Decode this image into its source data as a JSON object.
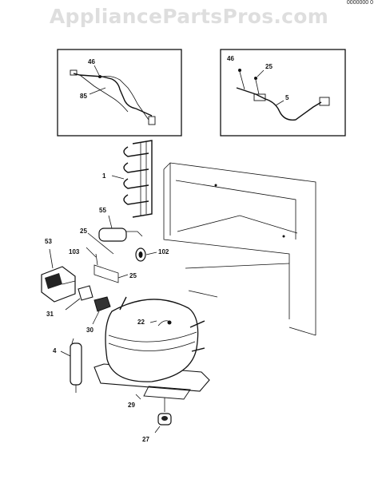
{
  "watermark": "AppliancePartsPros.com",
  "code": "0000000 0",
  "callouts": {
    "l46a": "46",
    "l85": "85",
    "l46b": "46",
    "l25a": "25",
    "l5": "5",
    "l1": "1",
    "l55": "55",
    "l25b": "25",
    "l53": "53",
    "l103": "103",
    "l102": "102",
    "l25c": "25",
    "l31": "31",
    "l30": "30",
    "l22": "22",
    "l4": "4",
    "l29": "29",
    "l27": "27"
  }
}
